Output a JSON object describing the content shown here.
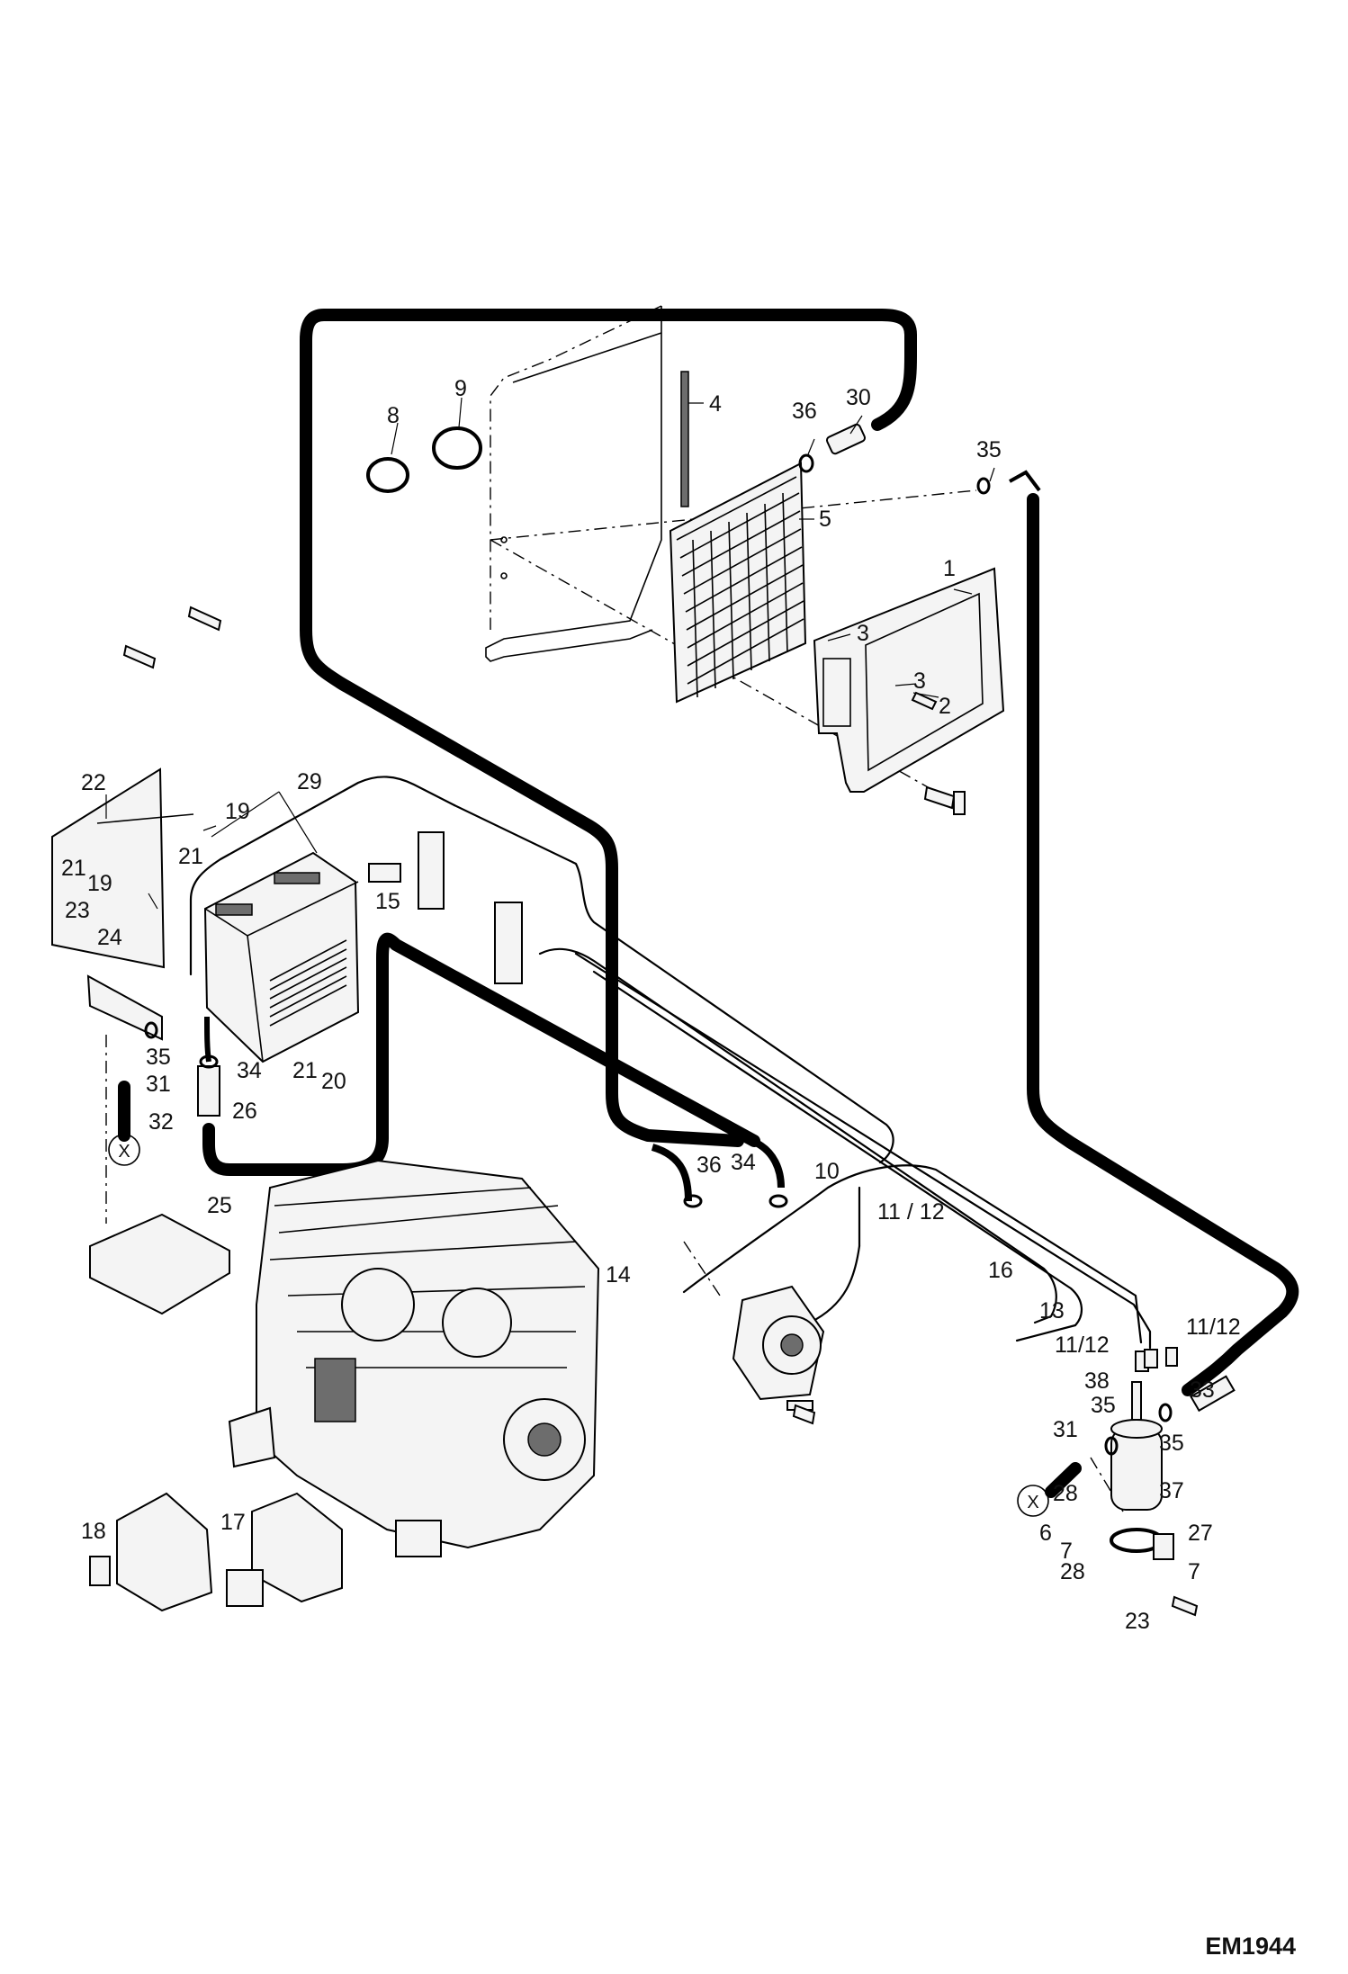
{
  "drawing": {
    "code": "EM1944",
    "callouts": [
      {
        "label": "1"
      },
      {
        "label": "2"
      },
      {
        "label": "3"
      },
      {
        "label": "3"
      },
      {
        "label": "4"
      },
      {
        "label": "5"
      },
      {
        "label": "6"
      },
      {
        "label": "7"
      },
      {
        "label": "7"
      },
      {
        "label": "8"
      },
      {
        "label": "9"
      },
      {
        "label": "10"
      },
      {
        "label": "11 / 12"
      },
      {
        "label": "11/12"
      },
      {
        "label": "11/12"
      },
      {
        "label": "13"
      },
      {
        "label": "14"
      },
      {
        "label": "15"
      },
      {
        "label": "16"
      },
      {
        "label": "17"
      },
      {
        "label": "18"
      },
      {
        "label": "19"
      },
      {
        "label": "19"
      },
      {
        "label": "20"
      },
      {
        "label": "21"
      },
      {
        "label": "21"
      },
      {
        "label": "21"
      },
      {
        "label": "22"
      },
      {
        "label": "23"
      },
      {
        "label": "23"
      },
      {
        "label": "24"
      },
      {
        "label": "25"
      },
      {
        "label": "26"
      },
      {
        "label": "27"
      },
      {
        "label": "28"
      },
      {
        "label": "28"
      },
      {
        "label": "29"
      },
      {
        "label": "30"
      },
      {
        "label": "31"
      },
      {
        "label": "31"
      },
      {
        "label": "32"
      },
      {
        "label": "33"
      },
      {
        "label": "34"
      },
      {
        "label": "34"
      },
      {
        "label": "35"
      },
      {
        "label": "35"
      },
      {
        "label": "35"
      },
      {
        "label": "35"
      },
      {
        "label": "36"
      },
      {
        "label": "36"
      },
      {
        "label": "37"
      },
      {
        "label": "38"
      }
    ],
    "connection_marks": [
      {
        "label": "X"
      },
      {
        "label": "X"
      }
    ]
  }
}
